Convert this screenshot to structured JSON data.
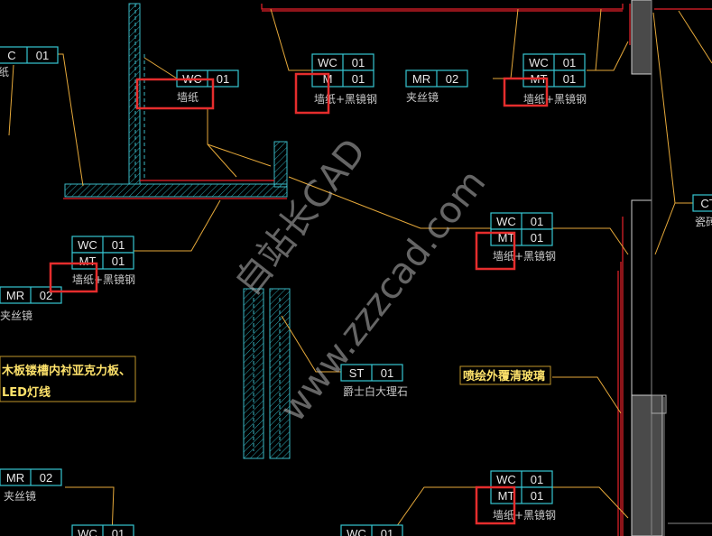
{
  "colors": {
    "background": "#000000",
    "wall_hatch": "#2aa6b2",
    "tag_box": "#35c6d2",
    "leader": "#e6a93a",
    "boundary": "#e8212a",
    "highlight": "#e52d2d",
    "note_text": "#ffe36b",
    "grey_wall": "#4a4a4a"
  },
  "tags": [
    {
      "code": "C",
      "num": "01"
    },
    {
      "code": "WC",
      "num": "01"
    },
    {
      "code": "WC",
      "num": "01"
    },
    {
      "code": "M",
      "num": "01"
    },
    {
      "code": "MR",
      "num": "02"
    },
    {
      "code": "WC",
      "num": "01"
    },
    {
      "code": "MT",
      "num": "01"
    },
    {
      "code": "WC",
      "num": "01"
    },
    {
      "code": "MT",
      "num": "01"
    },
    {
      "code": "WC",
      "num": "01"
    },
    {
      "code": "MT",
      "num": "01"
    },
    {
      "code": "MR",
      "num": "02"
    },
    {
      "code": "ST",
      "num": "01"
    },
    {
      "code": "WC",
      "num": "01"
    },
    {
      "code": "MT",
      "num": "01"
    },
    {
      "code": "MR",
      "num": "02"
    },
    {
      "code": "WC",
      "num": "01"
    },
    {
      "code": "WC",
      "num": "01"
    },
    {
      "code": "CT",
      "num": ""
    }
  ],
  "labels": {
    "top_left_partial": "纸",
    "wallpaper": "墙纸",
    "wallpaper_mirror_1": "墙纸+黑镜钢",
    "clamp_glass_1": "夹丝镜",
    "wallpaper_mirror_2": "墙纸+黑镜钢",
    "wallpaper_mirror_3": "墙纸+黑镜钢",
    "wallpaper_mirror_4": "墙纸+黑镜钢",
    "clamp_glass_2": "夹丝镜",
    "marble": "爵士白大理石",
    "wallpaper_mirror_5": "墙纸+黑镜钢",
    "clamp_glass_3": "夹丝镜",
    "right_partial": "瓷砖"
  },
  "notes": {
    "wood_board_line1": "木板镂槽内衬亚克力板、",
    "wood_board_line2": "LED灯线",
    "spray_glass": "喷绘外覆清玻璃"
  },
  "watermark": {
    "line1": "自站长CAD",
    "line2": "www.zzzcad.com"
  }
}
